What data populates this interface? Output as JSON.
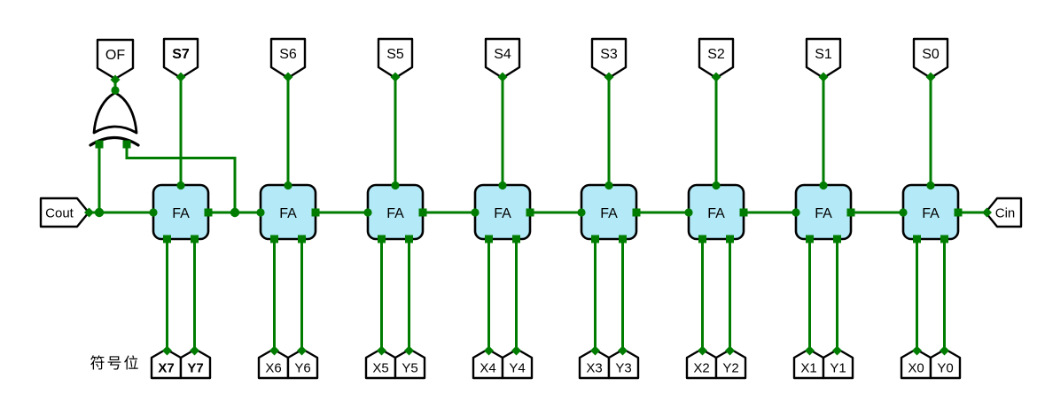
{
  "colors": {
    "wire": "#007D00",
    "outline": "#000000",
    "block_fill": "#B4EAF8",
    "tag_fill": "#FFFFFF",
    "ink": "#000000",
    "background": "#FFFFFF"
  },
  "labels": {
    "fa": "FA",
    "of": "OF",
    "cout": "Cout",
    "cin": "Cin",
    "sign_bit_annotation": "符号位"
  },
  "columns": [
    {
      "bit": 7,
      "s": "S7",
      "x": "X7",
      "y": "Y7",
      "bold": true
    },
    {
      "bit": 6,
      "s": "S6",
      "x": "X6",
      "y": "Y6",
      "bold": false
    },
    {
      "bit": 5,
      "s": "S5",
      "x": "X5",
      "y": "Y5",
      "bold": false
    },
    {
      "bit": 4,
      "s": "S4",
      "x": "X4",
      "y": "Y4",
      "bold": false
    },
    {
      "bit": 3,
      "s": "S3",
      "x": "X3",
      "y": "Y3",
      "bold": false
    },
    {
      "bit": 2,
      "s": "S2",
      "x": "X2",
      "y": "Y2",
      "bold": false
    },
    {
      "bit": 1,
      "s": "S1",
      "x": "X1",
      "y": "Y1",
      "bold": false
    },
    {
      "bit": 0,
      "s": "S0",
      "x": "X0",
      "y": "Y0",
      "bold": false
    }
  ]
}
